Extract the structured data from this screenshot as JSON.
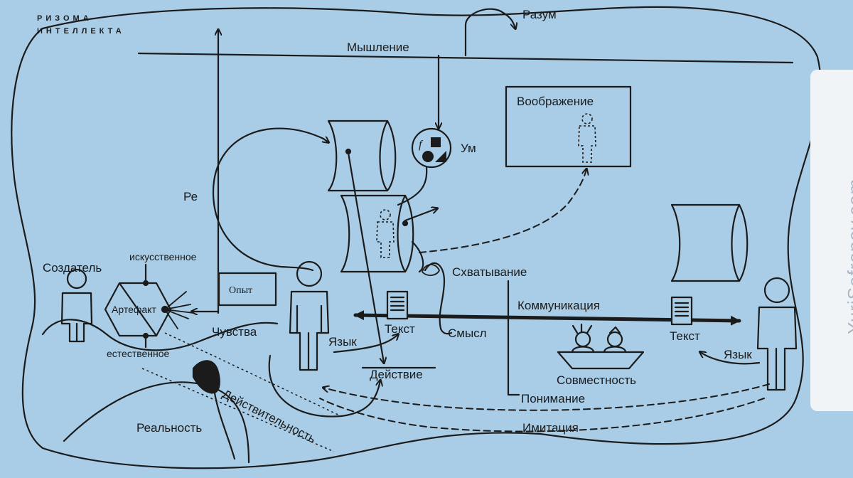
{
  "brand": {
    "line1": "РИЗОМА",
    "line2": "ИНТЕЛЛЕКТА"
  },
  "watermark": "YuriSafronov.com",
  "labels": {
    "razum": "Разум",
    "myshlenie": "Мышление",
    "voobrazhenie": "Воображение",
    "um": "Ум",
    "re": "Ре",
    "sozdatel": "Создатель",
    "iskusstvennoe": "искусственное",
    "estestvennoe": "естественное",
    "artefakt": "Артефакт",
    "opyt": "Опыт",
    "chuvstva": "Чувства",
    "skhvatyvanie": "Схватывание",
    "kommunikatsiya": "Коммуникация",
    "tekst_left": "Текст",
    "tekst_right": "Текст",
    "yazyk_left": "Язык",
    "yazyk_right": "Язык",
    "smysl": "Смысл",
    "deystvie": "Действие",
    "sovmestnost": "Совместность",
    "ponimanie": "Понимание",
    "imitatsiya": "Имитация",
    "realnost": "Реальность",
    "deystvitelnost": "Действительность"
  },
  "colors": {
    "background": "#a9cde6",
    "ink": "#1b1b1b",
    "watermark_panel": "#f1f4f7",
    "watermark_text": "#a7b7c6"
  }
}
